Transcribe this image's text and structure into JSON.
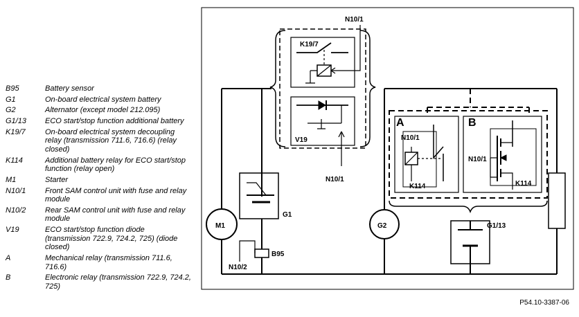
{
  "legend": [
    {
      "code": "B95",
      "desc": "Battery sensor"
    },
    {
      "code": "G1",
      "desc": "On-board electrical system battery"
    },
    {
      "code": "G2",
      "desc": "Alternator (except model 212.095)"
    },
    {
      "code": "G1/13",
      "desc": "ECO start/stop function additional battery"
    },
    {
      "code": "K19/7",
      "desc": "On-board electrical system decoupling relay (transmission 711.6, 716.6) (relay closed)"
    },
    {
      "code": "K114",
      "desc": "Additional battery relay for ECO start/stop function (relay open)"
    },
    {
      "code": "M1",
      "desc": "Starter"
    },
    {
      "code": "N10/1",
      "desc": "Front SAM control unit with fuse and relay module"
    },
    {
      "code": "N10/2",
      "desc": "Rear SAM control unit with fuse and relay module"
    },
    {
      "code": "V19",
      "desc": "ECO start/stop function diode (transmission 722.9, 724.2, 725) (diode closed)"
    },
    {
      "code": "A",
      "desc": "Mechanical relay (transmission 711.6, 716.6)"
    },
    {
      "code": "B",
      "desc": "Electronic relay (transmission 722.9, 724.2, 725)"
    }
  ],
  "diagram": {
    "n10_1_top": "N10/1",
    "k19_7": "K19/7",
    "v19": "V19",
    "n10_1_mid": "N10/1",
    "m1": "M1",
    "g1": "G1",
    "b95": "B95",
    "n10_2": "N10/2",
    "g2": "G2",
    "g1_13": "G1/13",
    "box_a": "A",
    "box_b": "B",
    "a_n10_1": "N10/1",
    "a_k114": "K114",
    "b_n10_1": "N10/1",
    "b_k114": "K114"
  },
  "figure_id": "P54.10-3387-06"
}
